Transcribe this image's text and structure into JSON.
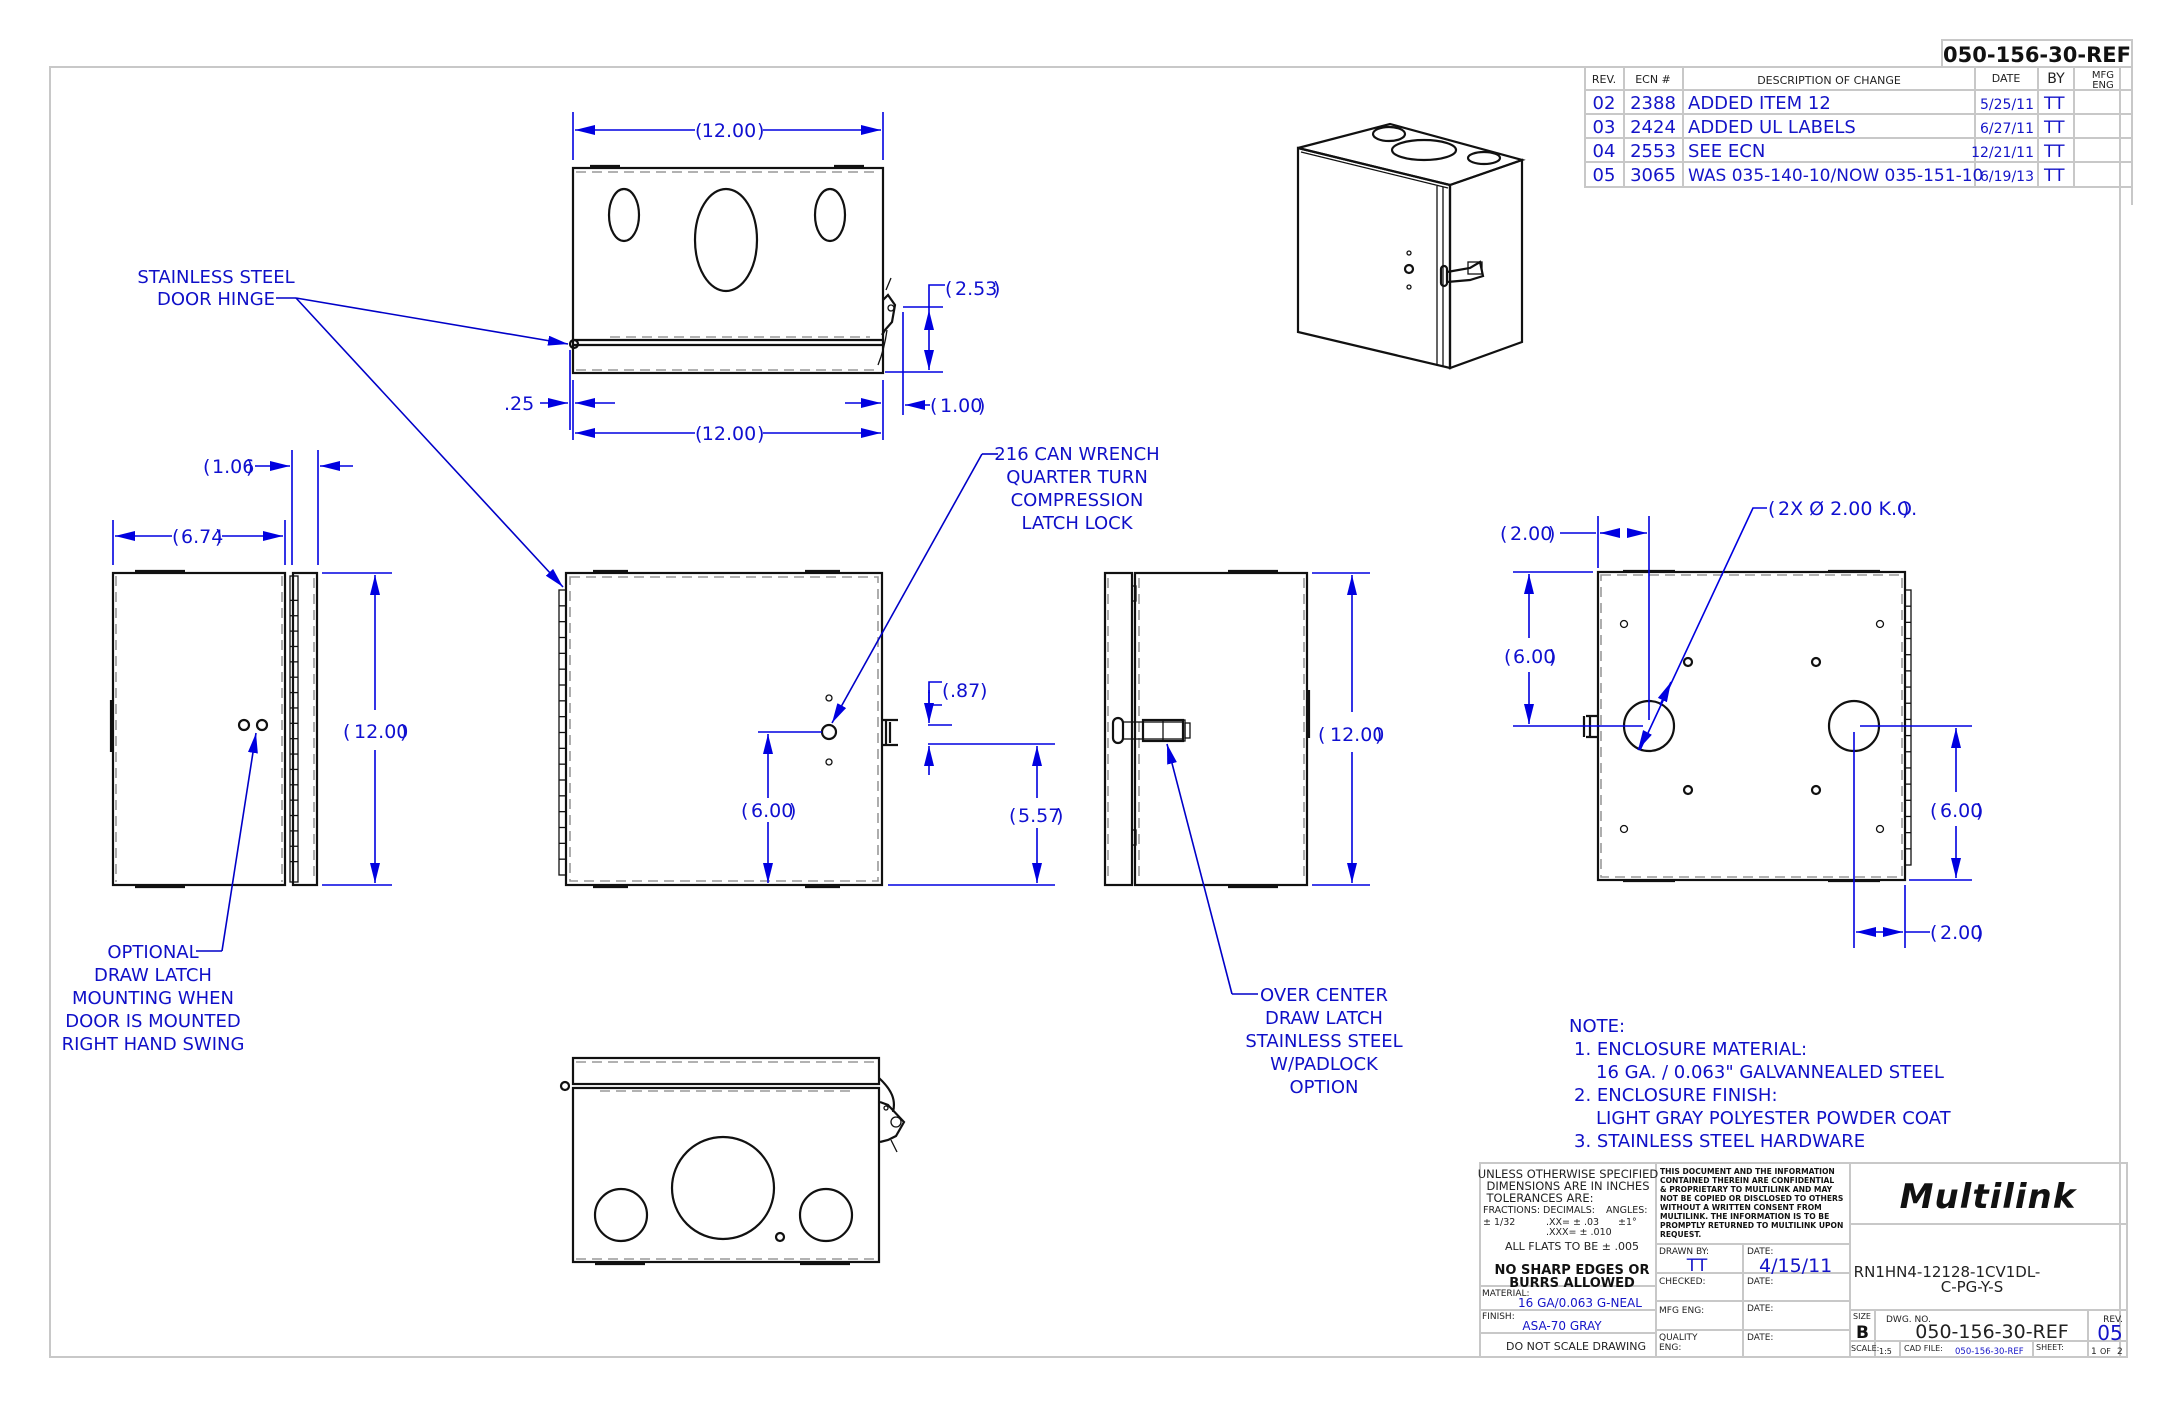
{
  "drawing_number_header": "050-156-30-REF",
  "revision_table": {
    "headers": {
      "rev": "REV.",
      "ecn": "ECN #",
      "description": "DESCRIPTION OF CHANGE",
      "date": "DATE",
      "by": "BY",
      "mfg_eng_1": "MFG",
      "mfg_eng_2": "ENG"
    },
    "rows": [
      {
        "rev": "02",
        "ecn": "2388",
        "description": "ADDED ITEM 12",
        "date": "5/25/11",
        "by": "TT",
        "mfg_eng": ""
      },
      {
        "rev": "03",
        "ecn": "2424",
        "description": "ADDED UL LABELS",
        "date": "6/27/11",
        "by": "TT",
        "mfg_eng": ""
      },
      {
        "rev": "04",
        "ecn": "2553",
        "description": "SEE ECN",
        "date": "12/21/11",
        "by": "TT",
        "mfg_eng": ""
      },
      {
        "rev": "05",
        "ecn": "3065",
        "description": "WAS 035-140-10/NOW 035-151-10",
        "date": "6/19/13",
        "by": "TT",
        "mfg_eng": ""
      }
    ]
  },
  "dimensions": {
    "top_width": "12.00",
    "top_width_lower": "12.00",
    "hinge_offset": ".25",
    "latch_height": "2.53",
    "latch_offset": "1.00",
    "side_door_depth": "1.06",
    "side_depth": "6.74",
    "side_height": "12.00",
    "lock_height": "6.00",
    "latch_gap": ".87",
    "latch_bottom": "5.57",
    "right_height": "12.00",
    "ko_spec": "2X Ø 2.00 K.O.",
    "ko_left_x": "2.00",
    "ko_left_y": "6.00",
    "ko_right_y": "6.00",
    "ko_right_x": "2.00"
  },
  "callouts": {
    "hinge": [
      "STAINLESS STEEL",
      "DOOR HINGE"
    ],
    "lock": [
      "216 CAN WRENCH",
      "QUARTER TURN",
      "COMPRESSION",
      "LATCH LOCK"
    ],
    "optional_latch": [
      "OPTIONAL",
      "DRAW LATCH",
      "MOUNTING WHEN",
      "DOOR IS MOUNTED",
      "RIGHT HAND SWING"
    ],
    "draw_latch": [
      "OVER CENTER",
      "DRAW LATCH",
      "STAINLESS STEEL",
      "W/PADLOCK",
      "OPTION"
    ]
  },
  "notes": {
    "title": "NOTE:",
    "lines": [
      "1. ENCLOSURE MATERIAL:",
      "16 GA. / 0.063\" GALVANNEALED STEEL",
      "2. ENCLOSURE FINISH:",
      "LIGHT GRAY POLYESTER POWDER COAT",
      "3. STAINLESS STEEL HARDWARE"
    ]
  },
  "title_block": {
    "tolerances": {
      "line1": "UNLESS OTHERWISE SPECIFIED",
      "line2": "DIMENSIONS ARE IN INCHES",
      "line3": "TOLERANCES ARE:",
      "fractions_label": "FRACTIONS:",
      "fractions_value": "± 1/32",
      "decimals_label": "DECIMALS:",
      "decimals_xx": ".XX= ± .03",
      "decimals_xxx": ".XXX= ± .010",
      "angles_label": "ANGLES:",
      "angles_value": "±1°",
      "flats": "ALL FLATS TO BE ± .005"
    },
    "no_sharp_1": "NO SHARP EDGES OR",
    "no_sharp_2": "BURRS ALLOWED",
    "material_label": "MATERIAL:",
    "material_value": "16 GA/0.063 G-NEAL",
    "finish_label": "FINISH:",
    "finish_value": "ASA-70 GRAY",
    "do_not_scale": "DO NOT SCALE DRAWING",
    "confidential": [
      "THIS DOCUMENT AND THE INFORMATION",
      "CONTAINED THEREIN ARE CONFIDENTIAL",
      "& PROPRIETARY TO MULTILINK AND MAY",
      "NOT BE COPIED OR DISCLOSED TO OTHERS",
      "WITHOUT A WRITTEN CONSENT FROM",
      "MULTILINK. THE INFORMATION IS TO BE",
      "PROMPTLY RETURNED TO MULTILINK UPON",
      "REQUEST."
    ],
    "drawn_by_label": "DRAWN BY:",
    "drawn_by_value": "TT",
    "drawn_date_label": "DATE:",
    "drawn_date_value": "4/15/11",
    "checked_label": "CHECKED:",
    "checked_date_label": "DATE:",
    "mfg_eng_label": "MFG ENG:",
    "mfg_date_label": "DATE:",
    "quality_label_1": "QUALITY",
    "quality_label_2": "ENG:",
    "quality_date_label": "DATE:",
    "company": "Multilink",
    "part_number_1": "RN1HN4-12128-1CV1DL-",
    "part_number_2": "C-PG-Y-S",
    "size_label": "SIZE",
    "size_value": "B",
    "dwg_no_label": "DWG. NO.",
    "dwg_no_value": "050-156-30-REF",
    "rev_label": "REV.",
    "rev_value": "05",
    "scale_label": "SCALE:",
    "scale_value": "1:5",
    "cad_file_label": "CAD  FILE:",
    "cad_file_value": "050-156-30-REF",
    "sheet_label": "SHEET:",
    "sheet_value": "1",
    "sheet_of": "OF",
    "sheet_total": "2"
  }
}
